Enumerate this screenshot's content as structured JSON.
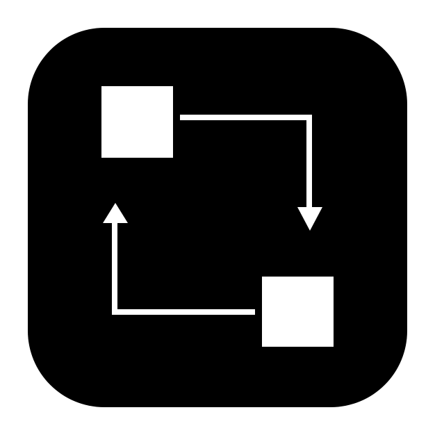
{
  "icon": {
    "name": "workflow-cycle-icon",
    "shape": "rounded-square",
    "elements": [
      "square-node",
      "square-node",
      "arrow-right-then-down",
      "arrow-left-then-up"
    ]
  },
  "colors": {
    "page_background": "#ffffff",
    "icon_background": "#000000",
    "icon_foreground": "#ffffff"
  }
}
